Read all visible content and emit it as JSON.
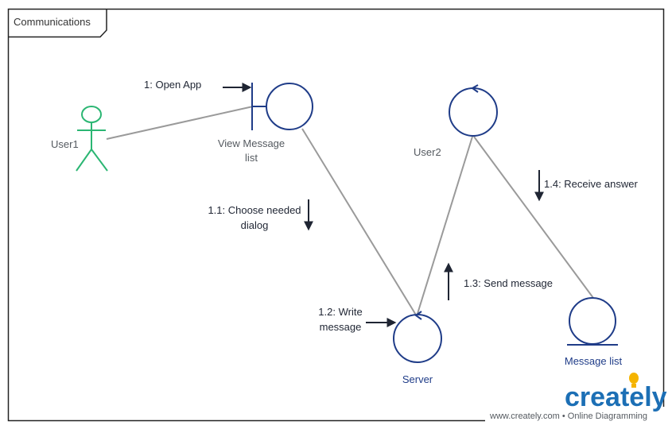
{
  "frame": {
    "title": "Communications"
  },
  "actor": {
    "label": "User1"
  },
  "nodes": {
    "view_message_list": {
      "label_line1": "View Message",
      "label_line2": "list"
    },
    "user2": {
      "label": "User2"
    },
    "server": {
      "label": "Server"
    },
    "message_list": {
      "label": "Message list"
    }
  },
  "messages": {
    "m1": {
      "label": "1: Open App"
    },
    "m1_1": {
      "label_line1": "1.1: Choose needed",
      "label_line2": "dialog"
    },
    "m1_2": {
      "label_line1": "1.2: Write",
      "label_line2": "message"
    },
    "m1_3": {
      "label": "1.3: Send message"
    },
    "m1_4": {
      "label": "1.4: Receive answer"
    }
  },
  "branding": {
    "logo_text": "creately",
    "footer": "www.creately.com • Online Diagramming"
  },
  "colors": {
    "actor": "#2bb673",
    "object": "#1f3c88",
    "link": "#9a9a9a",
    "arrow": "#1f2533",
    "logo_blue": "#1c6fb5",
    "logo_yellow": "#f5b400"
  }
}
